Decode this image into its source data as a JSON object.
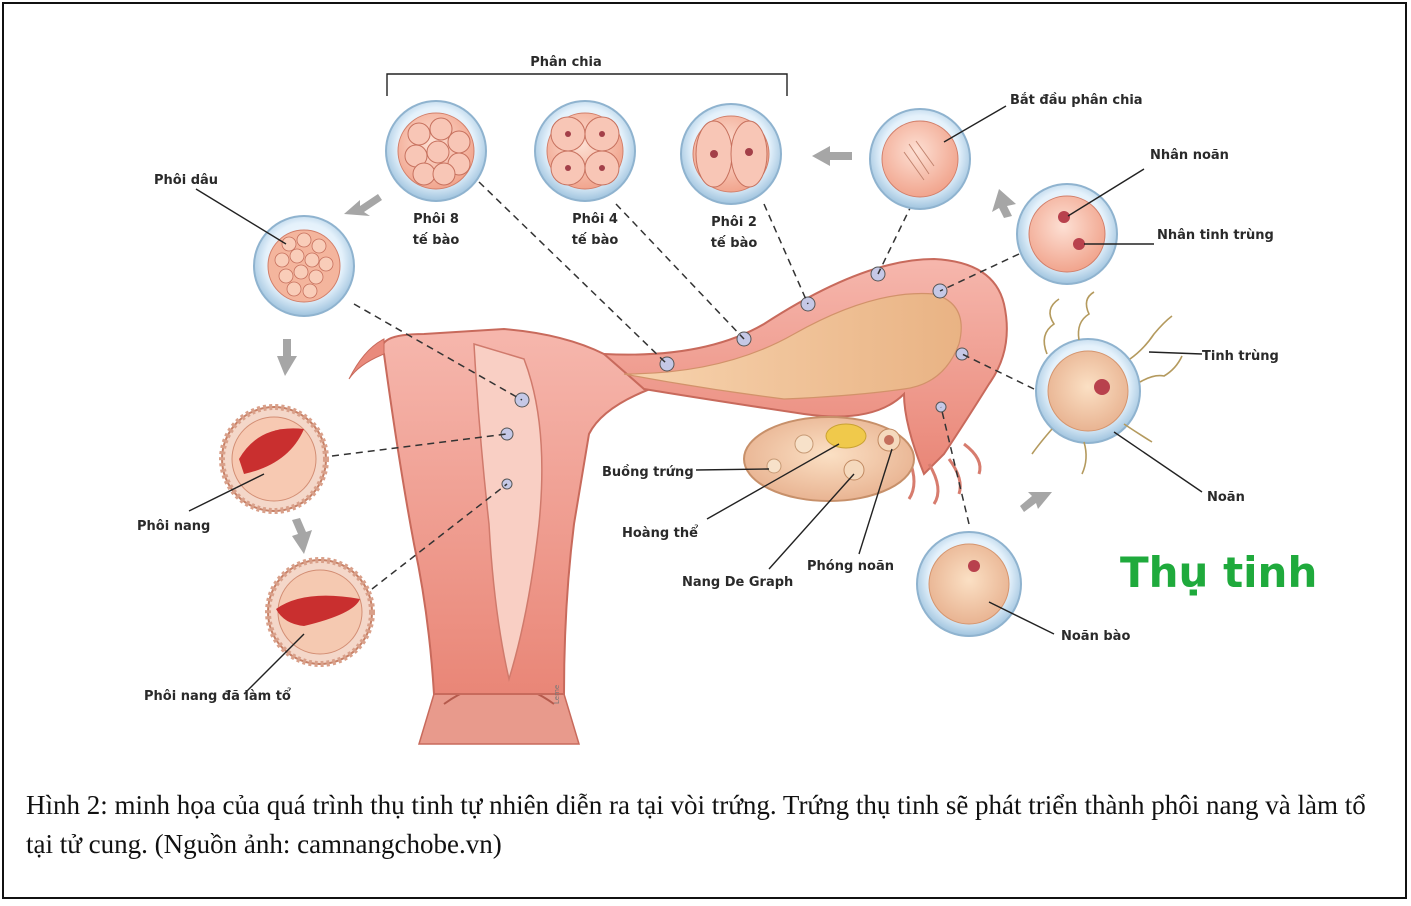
{
  "figure": {
    "title": "Thụ tinh",
    "caption": "Hình 2: minh họa của quá trình thụ tinh tự nhiên diễn ra tại vòi trứng. Trứng thụ tinh sẽ phát triển thành phôi nang và làm tổ tại tử cung. (Nguồn ảnh: camnangchobe.vn)",
    "labels": {
      "phan_chia": "Phân chia",
      "bat_dau_phan_chia": "Bắt đầu phân chia",
      "phoi_dau": "Phôi dâu",
      "phoi_8_line1": "Phôi 8",
      "phoi_8_line2": "tế bào",
      "phoi_4_line1": "Phôi 4",
      "phoi_4_line2": "tế bào",
      "phoi_2_line1": "Phôi 2",
      "phoi_2_line2": "tế bào",
      "nhan_noan": "Nhân noãn",
      "nhan_tinh_trung": "Nhân tinh trùng",
      "tinh_trung": "Tinh trùng",
      "noan": "Noãn",
      "noan_bao": "Noãn bào",
      "buong_trung": "Buồng trứng",
      "hoang_the": "Hoàng thể",
      "nang_de_graph": "Nang De Graph",
      "phong_noan": "Phóng noãn",
      "phoi_nang": "Phôi nang",
      "phoi_nang_da_lam_to": "Phôi nang đã làm tổ"
    }
  }
}
